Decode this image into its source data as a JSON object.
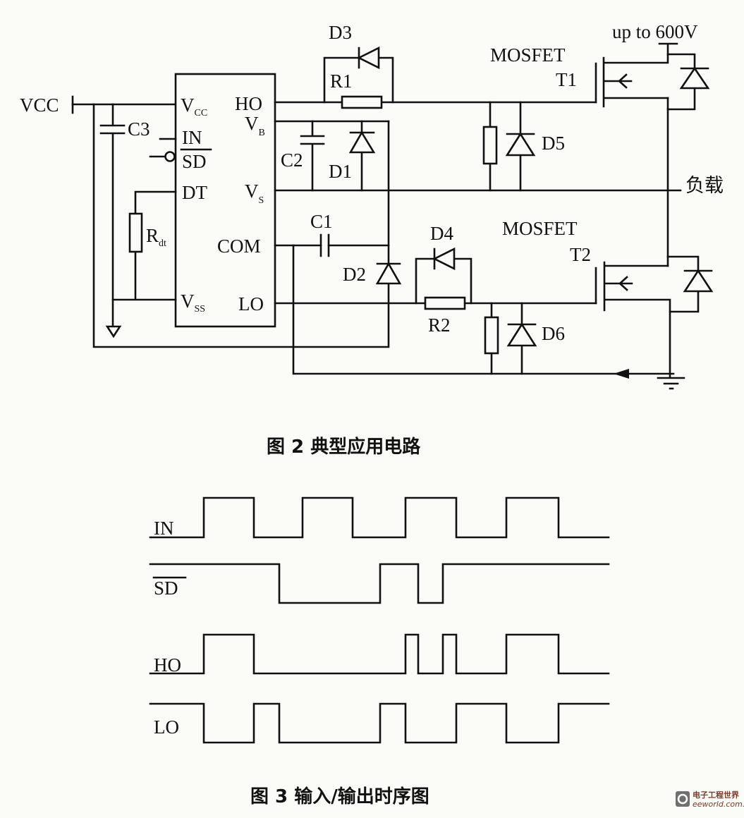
{
  "figure2": {
    "caption": "图 2   典型应用电路",
    "supply_label": "VCC",
    "high_voltage_label": "up to 600V",
    "load_label": "负载",
    "ic_pins": {
      "vcc": "V",
      "vcc_sub": "CC",
      "in": "IN",
      "sd": "SD",
      "dt": "DT",
      "vss": "V",
      "vss_sub": "SS",
      "ho": "HO",
      "vb": "V",
      "vb_sub": "B",
      "vs": "V",
      "vs_sub": "S",
      "com": "COM",
      "lo": "LO"
    },
    "components": {
      "c1": "C1",
      "c2": "C2",
      "c3": "C3",
      "d1": "D1",
      "d2": "D2",
      "d3": "D3",
      "d4": "D4",
      "d5": "D5",
      "d6": "D6",
      "r1": "R1",
      "r2": "R2",
      "rdt": "R",
      "rdt_sub": "dt",
      "t1_type": "MOSFET",
      "t1": "T1",
      "t2_type": "MOSFET",
      "t2": "T2"
    }
  },
  "figure3": {
    "caption": "图 3   输入/输出时序图",
    "signals": [
      {
        "name": "IN",
        "overline": false,
        "levels": [
          0,
          1,
          0,
          0,
          1,
          0,
          0,
          1,
          1,
          1,
          0,
          1,
          0
        ]
      },
      {
        "name": "SD",
        "overline": true,
        "levels": [
          1,
          1,
          1,
          0,
          0,
          0,
          1,
          1,
          0,
          1,
          1,
          1,
          1
        ]
      },
      {
        "name": "HO",
        "overline": false,
        "levels": [
          0,
          1,
          0,
          0,
          0,
          0,
          0,
          1,
          0,
          1,
          0,
          1,
          0
        ]
      },
      {
        "name": "LO",
        "overline": false,
        "levels": [
          1,
          0,
          1,
          0,
          0,
          0,
          1,
          0,
          0,
          0,
          1,
          0,
          1
        ]
      }
    ]
  },
  "watermark": {
    "brand": "电子工程世界",
    "site": "eeworld.com.cn"
  }
}
